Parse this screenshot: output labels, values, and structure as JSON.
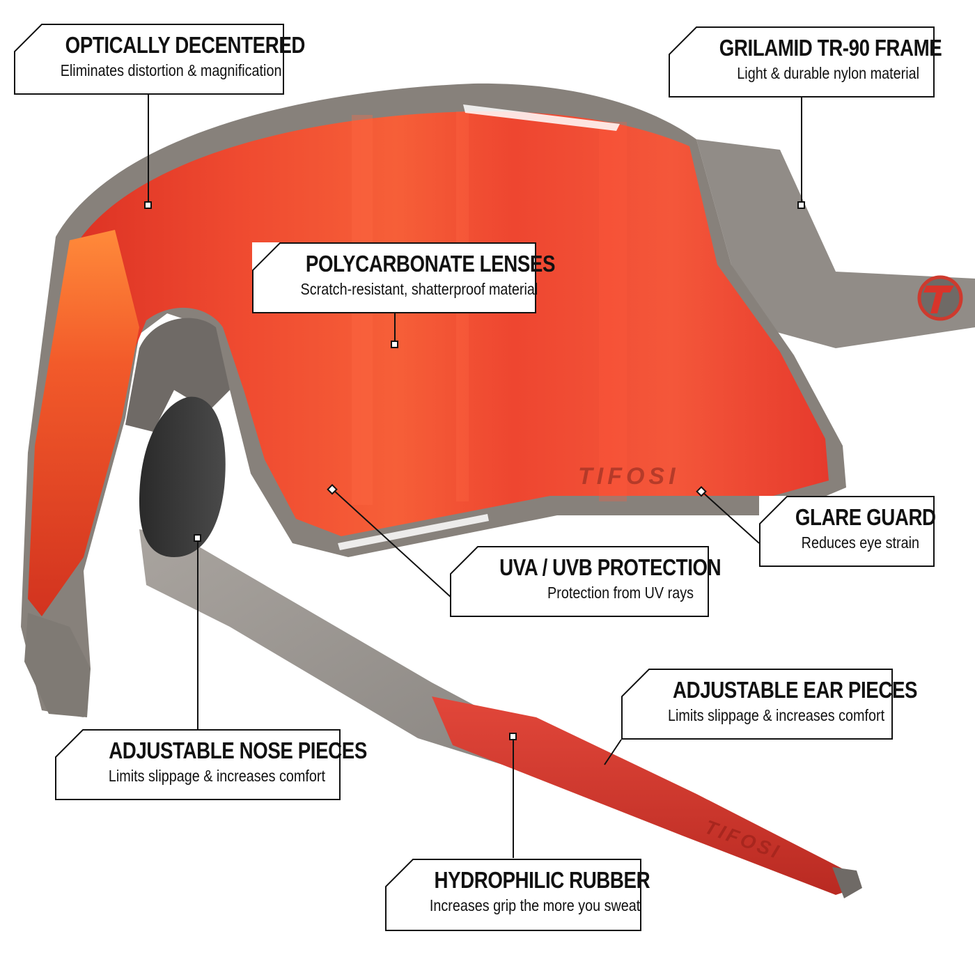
{
  "brand": "TIFOSI",
  "colors": {
    "lens_red": "#e9392a",
    "lens_orange": "#ff6a3a",
    "frame_grey": "#8a837c",
    "temple_red": "#d83a2f",
    "callout_border": "#111111"
  },
  "callouts": [
    {
      "id": "optically-decentered",
      "title": "OPTICALLY DECENTERED",
      "subtitle": "Eliminates distortion & magnification"
    },
    {
      "id": "grilamid-frame",
      "title": "GRILAMID TR-90 FRAME",
      "subtitle": "Light & durable nylon material"
    },
    {
      "id": "polycarbonate-lenses",
      "title": "POLYCARBONATE LENSES",
      "subtitle": "Scratch-resistant, shatterproof material"
    },
    {
      "id": "glare-guard",
      "title": "GLARE GUARD",
      "subtitle": "Reduces eye strain"
    },
    {
      "id": "uv-protection",
      "title": "UVA / UVB PROTECTION",
      "subtitle": "Protection from UV rays"
    },
    {
      "id": "adjustable-ear-pieces",
      "title": "ADJUSTABLE EAR PIECES",
      "subtitle": "Limits slippage & increases comfort"
    },
    {
      "id": "adjustable-nose-pieces",
      "title": "ADJUSTABLE NOSE PIECES",
      "subtitle": "Limits slippage & increases comfort"
    },
    {
      "id": "hydrophilic-rubber",
      "title": "HYDROPHILIC RUBBER",
      "subtitle": "Increases grip the more you sweat"
    }
  ]
}
